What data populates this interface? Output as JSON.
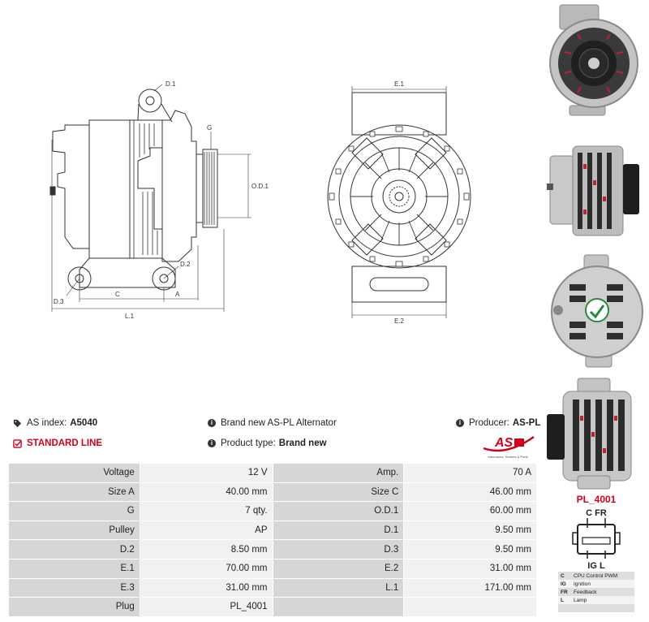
{
  "drawing_labels": {
    "d1": "D.1",
    "g": "G",
    "od1": "O.D.1",
    "d2": "D.2",
    "d3": "D.3",
    "c": "C",
    "a": "A",
    "l1": "L.1",
    "e1": "E.1",
    "e2": "E.2"
  },
  "info": {
    "as_index_label": "AS index:",
    "as_index_value": "A5040",
    "brand_text": "Brand new AS-PL Alternator",
    "producer_label": "Producer:",
    "producer_value": "AS-PL",
    "standard_line": "STANDARD LINE",
    "product_type_label": "Product type:",
    "product_type_value": "Brand new"
  },
  "logo": {
    "text": "AS",
    "tagline": "Alternators, Starters & Parts",
    "color": "#d0021b"
  },
  "specs": [
    [
      "Voltage",
      "12 V",
      "Amp.",
      "70 A"
    ],
    [
      "Size A",
      "40.00 mm",
      "Size C",
      "46.00 mm"
    ],
    [
      "G",
      "7 qty.",
      "O.D.1",
      "60.00 mm"
    ],
    [
      "Pulley",
      "AP",
      "D.1",
      "9.50 mm"
    ],
    [
      "D.2",
      "8.50 mm",
      "D.3",
      "9.50 mm"
    ],
    [
      "E.1",
      "70.00 mm",
      "E.2",
      "31.00 mm"
    ],
    [
      "E.3",
      "31.00 mm",
      "L.1",
      "171.00 mm"
    ],
    [
      "Plug",
      "PL_4001",
      "",
      ""
    ]
  ],
  "plug": {
    "title": "PL_4001",
    "pins_top": "C  FR",
    "pins_bottom": "IG  L",
    "legend": [
      [
        "C",
        "CPU Control PWM"
      ],
      [
        "IG",
        "Ignition"
      ],
      [
        "FR",
        "Feedback"
      ],
      [
        "L",
        "Lamp"
      ],
      [
        "",
        ""
      ]
    ]
  },
  "icons": {
    "tag": "tag-icon",
    "info": "info-icon",
    "check": "check-square-icon"
  }
}
